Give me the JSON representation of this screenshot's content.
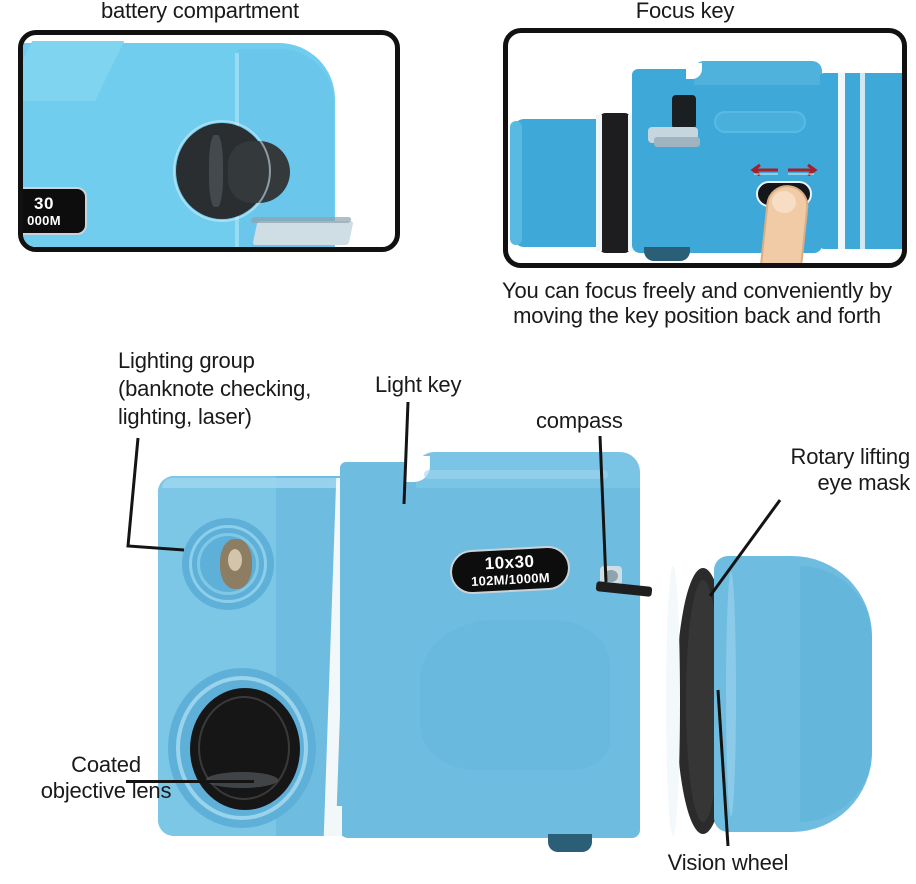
{
  "figure": {
    "title": "Monocular telescope feature callout diagram",
    "product_spec": {
      "magnification": "10x30",
      "field_of_view": "102M/1000M"
    }
  },
  "colors": {
    "body_blue": "#6ebce0",
    "body_blue_dark": "#4a9cc4",
    "body_blue_light": "#8ccfea",
    "panel_blue": "#3ea8d8",
    "inset_blue": "#70cdee",
    "black": "#141414",
    "eyepiece_ring": "#2b2b2b",
    "white_band": "#f2f7f9",
    "skin": "#f0cba6",
    "arrow_red": "#a3212b"
  },
  "panels": {
    "battery": {
      "label": "battery compartment",
      "plate_line1": "30",
      "plate_line2": "000M"
    },
    "focus": {
      "label": "Focus key",
      "caption_line1": "You can focus freely and conveniently by",
      "caption_line2": "moving the key position back and forth"
    }
  },
  "callouts": [
    {
      "id": "lighting-group",
      "line1": "Lighting group",
      "line2": "(banknote checking,",
      "line3": "lighting, laser)"
    },
    {
      "id": "light-key",
      "line1": "Light key"
    },
    {
      "id": "compass",
      "line1": "compass"
    },
    {
      "id": "rotary-lifting-eye-mask",
      "line1": "Rotary lifting",
      "line2": "eye mask"
    },
    {
      "id": "coated-objective-lens",
      "line1": "Coated",
      "line2": "objective lens"
    },
    {
      "id": "vision-wheel",
      "line1": "Vision wheel"
    }
  ],
  "main_device": {
    "spec_line1": "10x30",
    "spec_line2": "102M/1000M"
  }
}
